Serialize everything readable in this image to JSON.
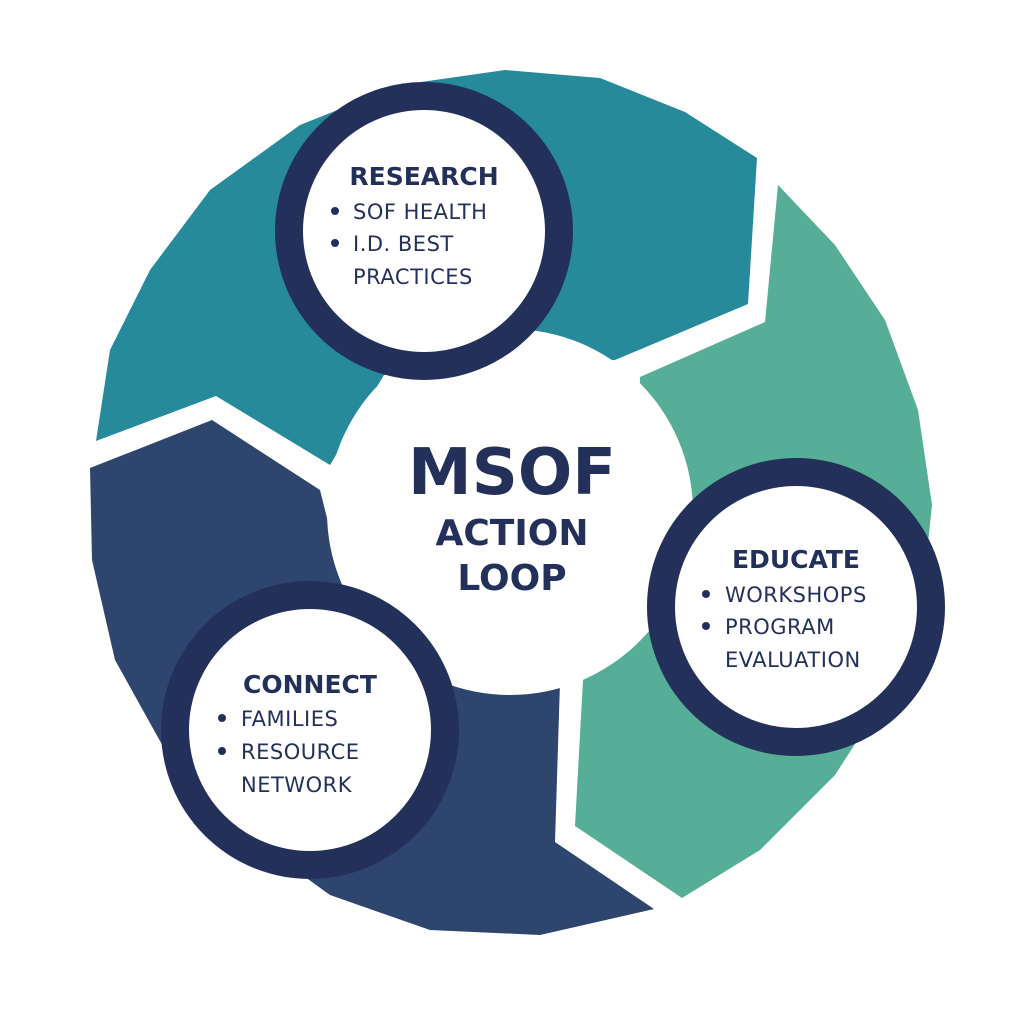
{
  "center": {
    "title": "MSOF",
    "subtitle_line1": "ACTION",
    "subtitle_line2": "LOOP"
  },
  "nodes": [
    {
      "heading": "RESEARCH",
      "items": [
        [
          "SOF HEALTH"
        ],
        [
          "I.D. BEST",
          "PRACTICES"
        ]
      ]
    },
    {
      "heading": "EDUCATE",
      "items": [
        [
          "WORKSHOPS"
        ],
        [
          "PROGRAM",
          "EVALUATION"
        ]
      ]
    },
    {
      "heading": "CONNECT",
      "items": [
        [
          "FAMILIES"
        ],
        [
          "RESOURCE",
          "NETWORK"
        ]
      ]
    }
  ],
  "colors": {
    "research_segment": "#268a9a",
    "educate_segment": "#55ae95",
    "connect_segment": "#2e466d",
    "node_ring": "#23305a",
    "text": "#23305a",
    "background": "#ffffff"
  }
}
